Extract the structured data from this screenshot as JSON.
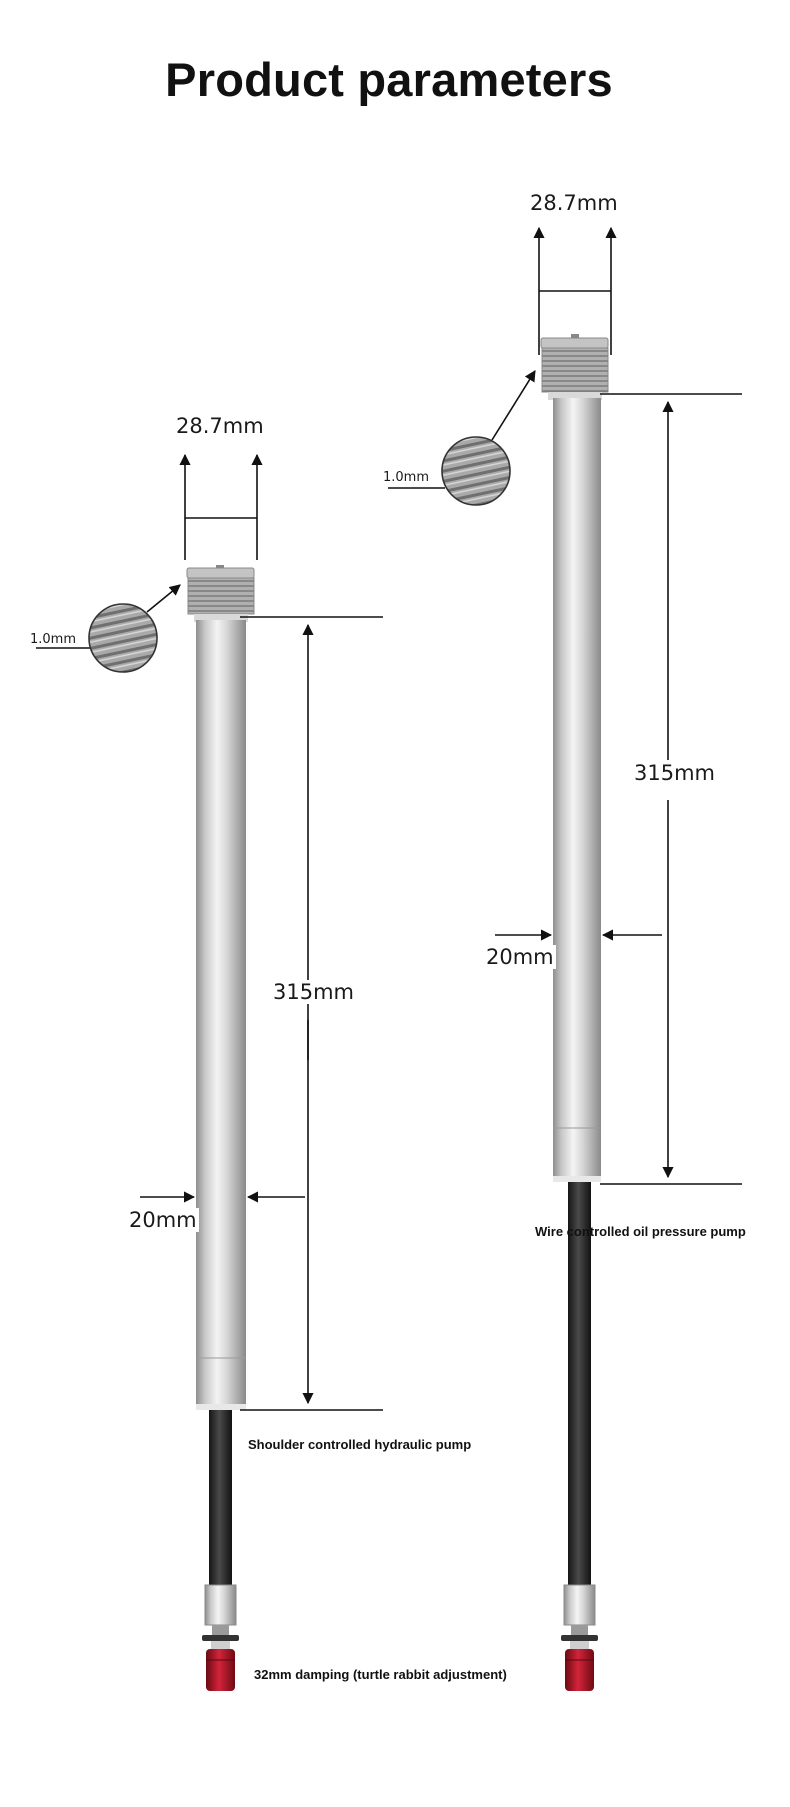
{
  "title": "Product parameters",
  "left_product": {
    "top_width": "28.7mm",
    "thread_pitch": "1.0mm",
    "length": "315mm",
    "diameter": "20mm",
    "pump_note": "Shoulder controlled hydraulic pump",
    "damping_note": "32mm damping (turtle rabbit adjustment)"
  },
  "right_product": {
    "top_width": "28.7mm",
    "thread_pitch": "1.0mm",
    "length": "315mm",
    "diameter": "20mm",
    "pump_note": "Wire controlled oil pressure pump"
  }
}
